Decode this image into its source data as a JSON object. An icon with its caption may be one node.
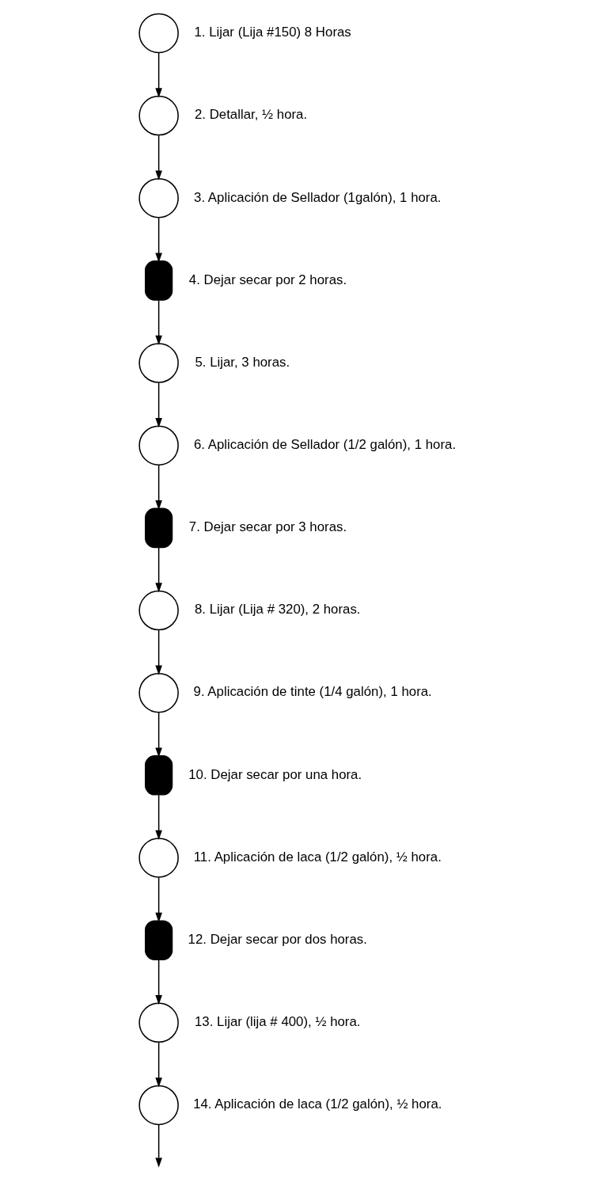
{
  "diagram": {
    "nodes": [
      {
        "text": [],
        "shape": "circle",
        "beside": [
          "1. Lijar (Lija #150) 8 Horas"
        ]
      },
      {
        "text": [],
        "shape": "circle",
        "beside": [
          "2. Detallar, ½ hora."
        ]
      },
      {
        "text": [],
        "shape": "circle",
        "beside": [
          "3. Aplicación de Sellador (1galón), 1 hora."
        ]
      },
      {
        "text": [],
        "shape": "delay",
        "beside": [
          "4. Dejar secar por 2 horas."
        ]
      },
      {
        "text": [],
        "shape": "circle",
        "beside": [
          "5. Lijar, 3 horas."
        ]
      },
      {
        "text": [],
        "shape": "circle",
        "beside": [
          "6. Aplicación de Sellador (1/2 galón), 1 hora."
        ]
      },
      {
        "text": [],
        "shape": "delay",
        "beside": [
          "7. Dejar secar por 3 horas."
        ]
      },
      {
        "text": [],
        "shape": "circle",
        "beside": [
          "8. Lijar (Lija # 320), 2 horas."
        ]
      },
      {
        "text": [],
        "shape": "circle",
        "beside": [
          "9. Aplicación de tinte (1/4 galón), 1 hora."
        ]
      },
      {
        "text": [],
        "shape": "delay",
        "beside": [
          "10. Dejar secar por una hora."
        ]
      },
      {
        "text": [],
        "shape": "circle",
        "beside": [
          "11. Aplicación de laca (1/2 galón), ½ hora."
        ]
      },
      {
        "text": [],
        "shape": "delay",
        "beside": [
          "12. Dejar secar por dos horas."
        ]
      },
      {
        "text": [],
        "shape": "circle",
        "beside": [
          "13. Lijar (lija # 400), ½ hora."
        ]
      },
      {
        "text": [],
        "shape": "circle",
        "beside": [
          "14. Aplicación de laca (1/2 galón), ½ hora."
        ]
      }
    ],
    "edges": [
      {
        "from": 0,
        "to": 1,
        "arrow": "to"
      },
      {
        "from": 1,
        "to": 2,
        "arrow": "to"
      },
      {
        "from": 2,
        "to": 3,
        "arrow": "to"
      },
      {
        "from": 3,
        "to": 4,
        "arrow": "to"
      },
      {
        "from": 4,
        "to": 5,
        "arrow": "to"
      },
      {
        "from": 5,
        "to": 6,
        "arrow": "to"
      },
      {
        "from": 6,
        "to": 7,
        "arrow": "to"
      },
      {
        "from": 7,
        "to": 8,
        "arrow": "to"
      },
      {
        "from": 8,
        "to": 9,
        "arrow": "to"
      },
      {
        "from": 9,
        "to": 10,
        "arrow": "to"
      },
      {
        "from": 10,
        "to": 11,
        "arrow": "to"
      },
      {
        "from": 11,
        "to": 12,
        "arrow": "to"
      },
      {
        "from": 12,
        "to": 13,
        "arrow": "to"
      },
      {
        "from": 13,
        "to": null,
        "arrow": "to"
      }
    ]
  }
}
